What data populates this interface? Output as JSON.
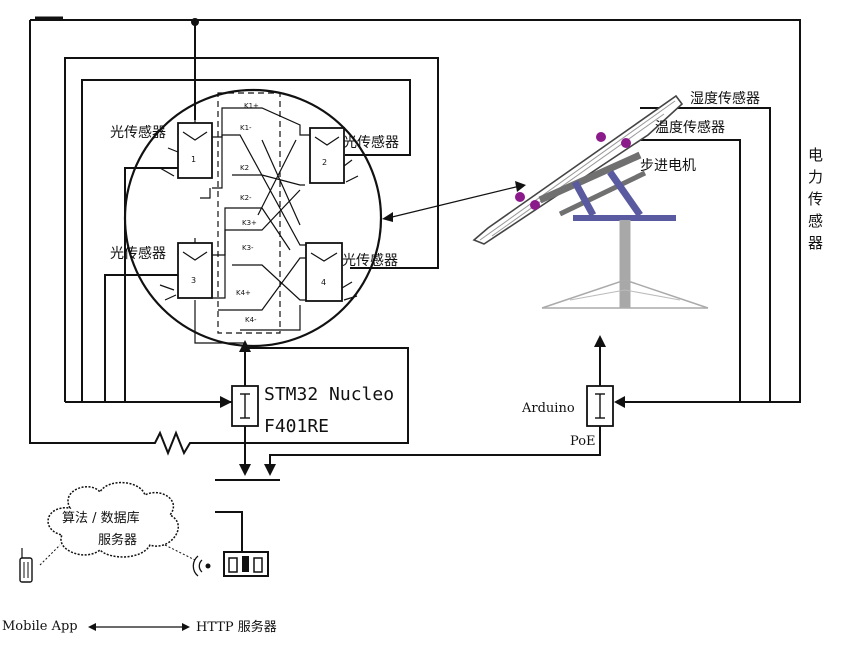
{
  "labels": {
    "light_sensor": "光传感器",
    "humidity_sensor": "湿度传感器",
    "temperature_sensor": "温度传感器",
    "stepper_motor": "步进电机",
    "power_sensor_chars": [
      "电",
      "力",
      "传",
      "感",
      "器"
    ],
    "stm32_line1": "STM32 Nucleo",
    "stm32_line2": "F401RE",
    "arduino": "Arduino",
    "poe": "PoE",
    "cloud_line1": "算法 / 数据库",
    "cloud_line2": "服务器",
    "mobile_app": "Mobile App",
    "http_server": "HTTP 服务器"
  },
  "sensor_numbers": [
    "1",
    "2",
    "3",
    "4"
  ],
  "switch_labels": [
    "K1+",
    "K1-",
    "K2",
    "K2-",
    "K3+",
    "K3-",
    "K4+",
    "K4-"
  ],
  "icons": [
    "cloud-icon",
    "phone-icon",
    "wifi-icon",
    "router-icon",
    "resistor-icon",
    "solar-panel-icon",
    "junction-dot-icon"
  ],
  "colors": {
    "panel_clip": "#8b1a8b",
    "frame": "#707070",
    "tracker_blue": "#5a5aa0"
  }
}
